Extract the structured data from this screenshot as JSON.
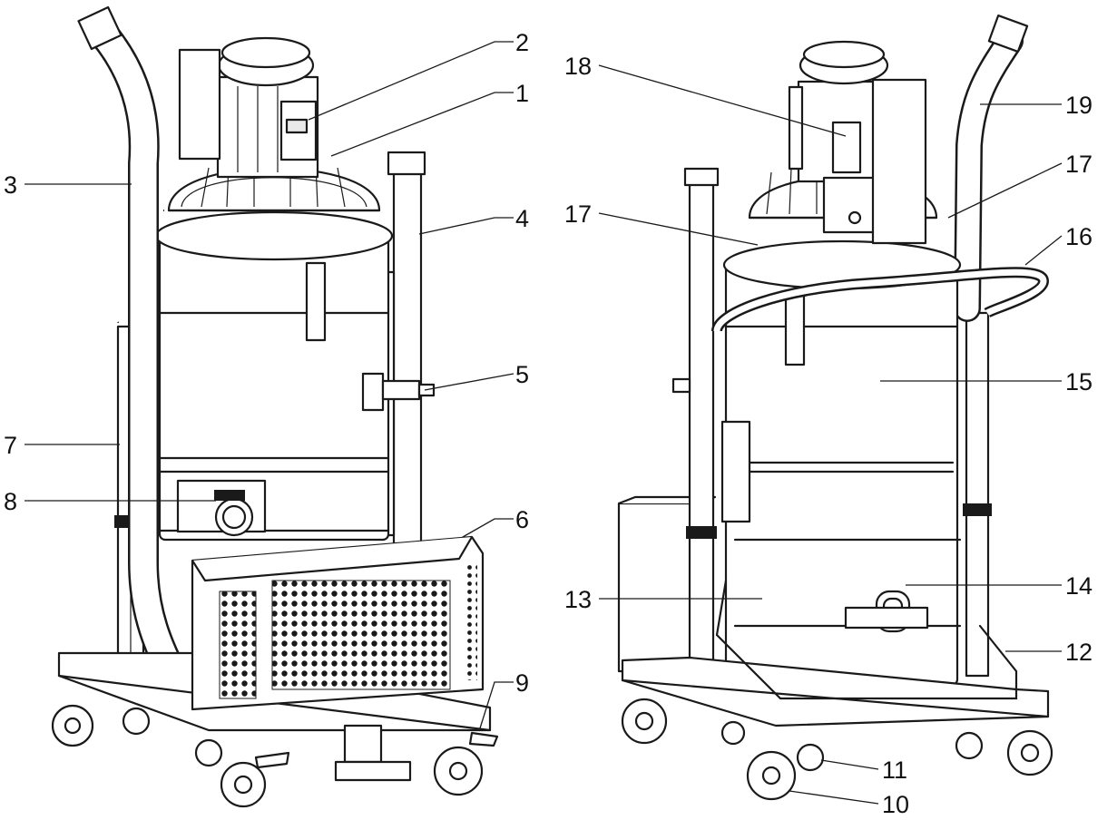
{
  "labels": [
    "1",
    "2",
    "3",
    "4",
    "5",
    "6",
    "7",
    "8",
    "9",
    "10",
    "11",
    "12",
    "13",
    "14",
    "15",
    "16",
    "17",
    "18",
    "19"
  ],
  "colors": {
    "ink": "#1a1a1a",
    "background": "#ffffff",
    "panel": "#e9e9e9"
  }
}
